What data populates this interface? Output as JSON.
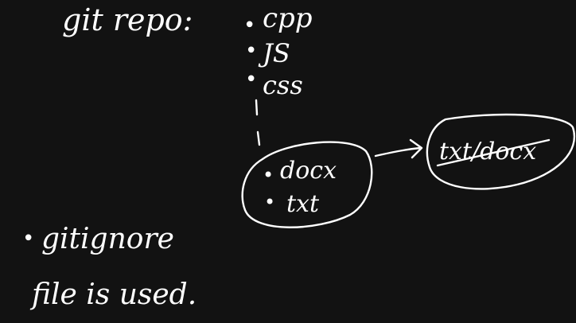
{
  "heading": {
    "text": "git repo:"
  },
  "repo_files": [
    {
      "bullet": "•",
      "name": "cpp"
    },
    {
      "bullet": "•",
      "name": "JS"
    },
    {
      "bullet": "•",
      "name": "css"
    },
    {
      "bullet": "•",
      "name": "docx"
    },
    {
      "bullet": "•",
      "name": "txt"
    }
  ],
  "ignored_target": {
    "scribbled_text": "txt/docx"
  },
  "note": {
    "bullet": "•",
    "line1": "gitignore",
    "line2": "file is used."
  }
}
